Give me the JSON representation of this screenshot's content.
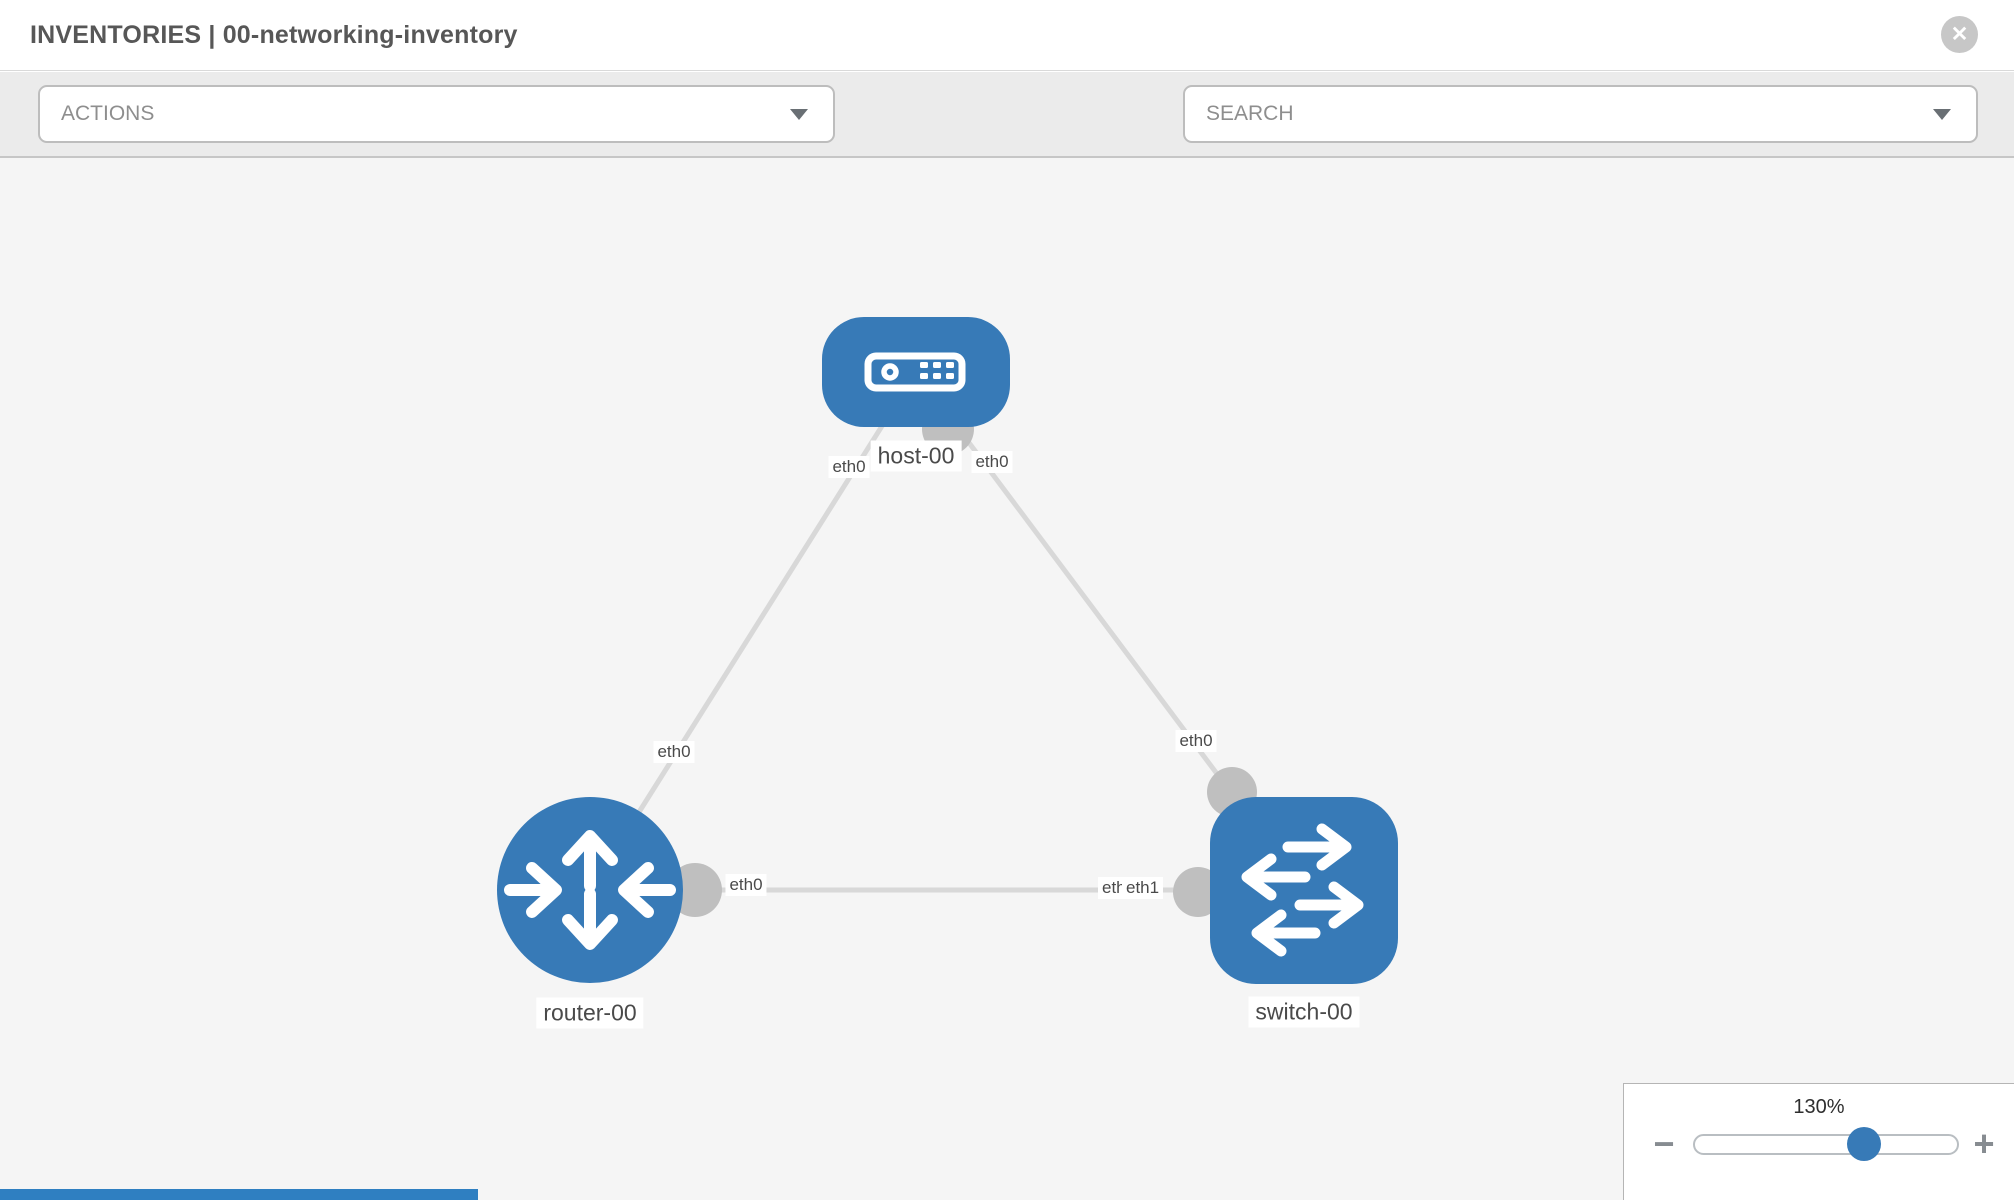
{
  "header": {
    "title": "INVENTORIES | 00-networking-inventory",
    "close_glyph": "✕"
  },
  "toolbar": {
    "actions_label": "ACTIONS",
    "search_label": "SEARCH",
    "icons": [
      "wrench",
      "key"
    ]
  },
  "colors": {
    "node_blue": "#377ab7",
    "link_gray": "#d8d8d8",
    "connector_gray": "#bfbfbf",
    "canvas_bg": "#f5f5f5"
  },
  "topology": {
    "nodes": [
      {
        "id": "host-00",
        "type": "host",
        "label": "host-00"
      },
      {
        "id": "router-00",
        "type": "router",
        "label": "router-00"
      },
      {
        "id": "switch-00",
        "type": "switch",
        "label": "switch-00"
      }
    ],
    "links": [
      {
        "from": "router-00",
        "to": "host-00"
      },
      {
        "from": "host-00",
        "to": "switch-00"
      },
      {
        "from": "router-00",
        "to": "switch-00"
      }
    ],
    "interfaces": [
      {
        "text": "eth0",
        "near": "host-00 left"
      },
      {
        "text": "eth0",
        "near": "host-00 right"
      },
      {
        "text": "eth0",
        "near": "router-00/host-00 link"
      },
      {
        "text": "eth0",
        "near": "switch-00 top connector"
      },
      {
        "text": "eth0",
        "near": "router-00 right connector"
      },
      {
        "text": "eth0",
        "near": "switch-00 left connector (under)"
      },
      {
        "text": "eth1",
        "near": "switch-00 left connector (over)"
      }
    ]
  },
  "zoom_control": {
    "percent_label": "130%",
    "minus_glyph": "−",
    "plus_glyph": "+"
  }
}
